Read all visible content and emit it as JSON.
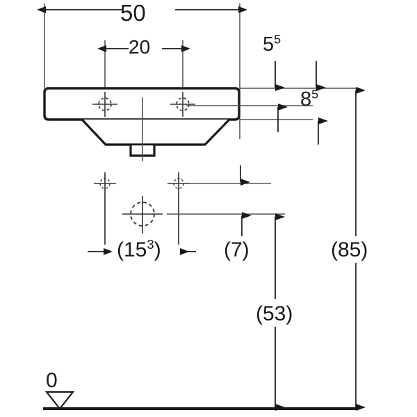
{
  "drawing": {
    "type": "washbasin-installation-dimension-drawing",
    "units": "cm",
    "line_color": "#1a1a1a",
    "background_color": "#ffffff",
    "dimensions": {
      "width_overall": {
        "value": "50",
        "superscript": ""
      },
      "tap_hole_spacing": {
        "value": "20",
        "superscript": ""
      },
      "tap_hole_depth_offset": {
        "value": "5",
        "superscript": "5"
      },
      "basin_rim_height": {
        "value": "8",
        "superscript": "5"
      },
      "plan_depth_rear": {
        "value": "(15",
        "superscript": "3",
        "suffix": ")"
      },
      "plan_depth_front": {
        "value": "(7)",
        "superscript": ""
      },
      "mounting_height_total": {
        "value": "(85)",
        "superscript": ""
      },
      "waste_outlet_height": {
        "value": "(53)",
        "superscript": ""
      },
      "floor_datum": {
        "value": "0",
        "superscript": ""
      }
    }
  }
}
